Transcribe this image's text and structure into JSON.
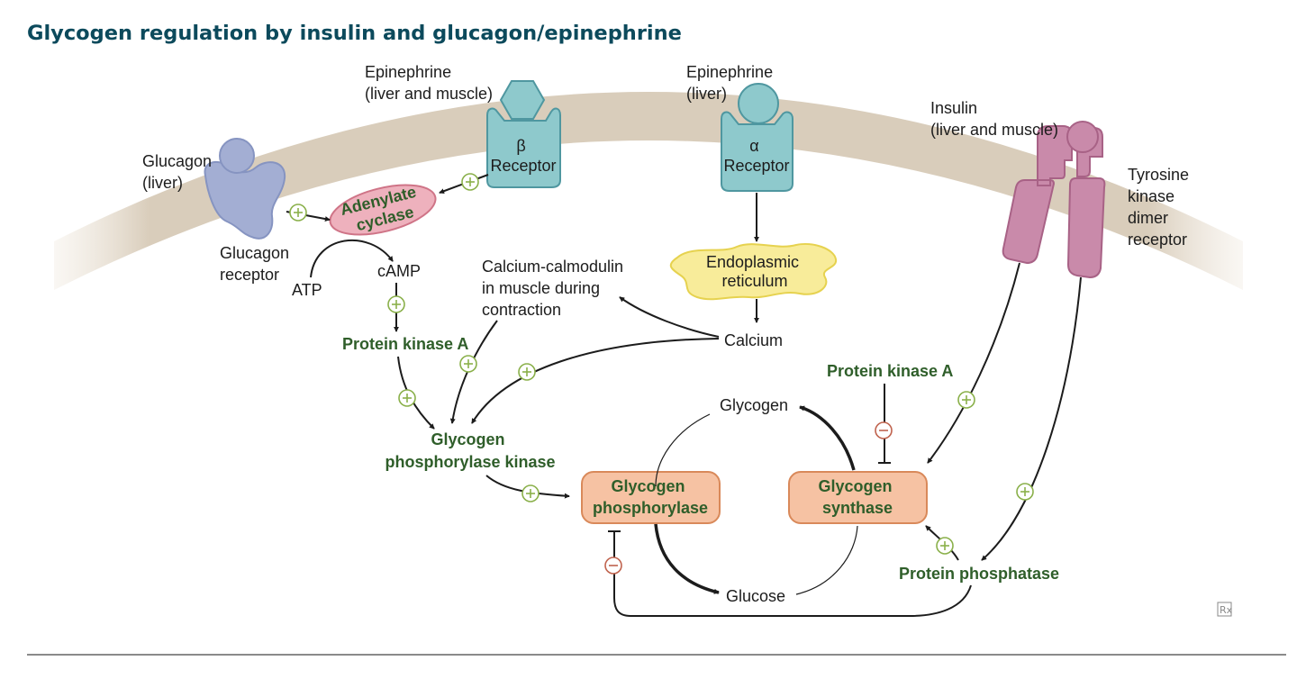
{
  "title": "Glycogen regulation by insulin and glucagon/epinephrine",
  "hormones": {
    "glucagon": [
      "Glucagon",
      "(liver)"
    ],
    "epinephrine_beta": [
      "Epinephrine",
      "(liver and muscle)"
    ],
    "epinephrine_alpha": [
      "Epinephrine",
      "(liver)"
    ],
    "insulin": [
      "Insulin",
      "(liver and muscle)"
    ]
  },
  "receptors": {
    "glucagon_receptor": [
      "Glucagon",
      "receptor"
    ],
    "beta_receptor": [
      "β",
      "Receptor"
    ],
    "alpha_receptor": [
      "α",
      "Receptor"
    ],
    "tyrosine_kinase": [
      "Tyrosine",
      "kinase",
      "dimer",
      "receptor"
    ]
  },
  "molecules": {
    "adenylate_cyclase": [
      "Adenylate",
      "cyclase"
    ],
    "atp": "ATP",
    "camp": "cAMP",
    "protein_kinase_a_left": "Protein kinase A",
    "calcium_calmodulin": [
      "Calcium-calmodulin",
      "in muscle during",
      "contraction"
    ],
    "endoplasmic_reticulum": [
      "Endoplasmic",
      "reticulum"
    ],
    "calcium": "Calcium",
    "glycogen_phosphorylase_kinase": [
      "Glycogen",
      "phosphorylase kinase"
    ],
    "protein_kinase_a_right": "Protein kinase A",
    "glycogen": "Glycogen",
    "glucose": "Glucose",
    "protein_phosphatase": "Protein phosphatase"
  },
  "enzymes": {
    "glycogen_phosphorylase": [
      "Glycogen",
      "phosphorylase"
    ],
    "glycogen_synthase": [
      "Glycogen",
      "synthase"
    ]
  },
  "symbols": {
    "plus": "+",
    "minus": "−",
    "rx": "Rx"
  },
  "colors": {
    "title": "#0c4a5c",
    "membrane": "#d9cdbb",
    "glucagon": "#a3aed3",
    "receptor_teal": "#8ec9cc",
    "adenylate_cyclase": "#eeb1bd",
    "insulin_receptor": "#c98aaa",
    "er": "#f8ec9a",
    "enzyme_box": "#f6c2a3",
    "activation": "#8ab04a",
    "inhibition": "#c0634e",
    "green_text": "#2f5e2a"
  }
}
